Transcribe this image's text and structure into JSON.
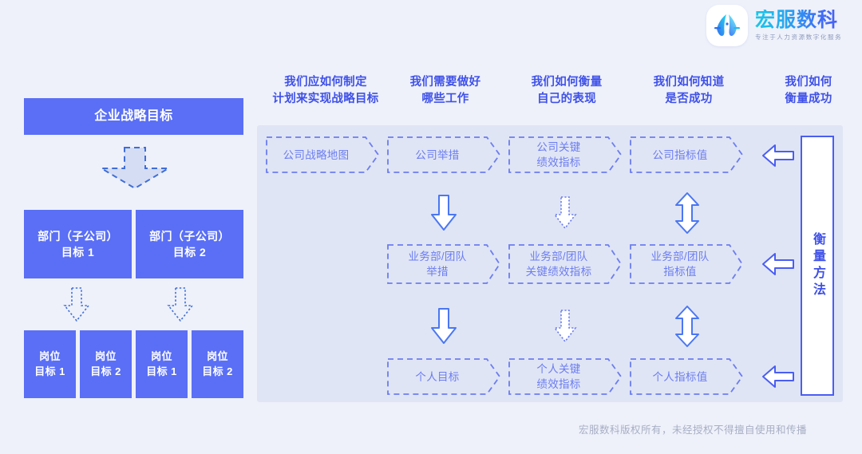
{
  "brand": {
    "logo_icon": "hongfu-wave-logo-icon",
    "name": "宏服数科",
    "tagline": "专注于人力资源数字化服务"
  },
  "column_headers": [
    {
      "id": "col-plan",
      "text": "我们应如何制定\n计划来实现战略目标",
      "line1": "我们应如何制定",
      "line2": "计划来实现战略目标"
    },
    {
      "id": "col-work",
      "line1": "我们需要做好",
      "line2": "哪些工作"
    },
    {
      "id": "col-perf",
      "line1": "我们如何衡量",
      "line2": "自己的表现"
    },
    {
      "id": "col-success",
      "line1": "我们如何知道",
      "line2": "是否成功"
    },
    {
      "id": "col-measure",
      "line1": "我们如何",
      "line2": "衡量成功"
    }
  ],
  "left_tree": {
    "level1": {
      "label": "企业战略目标"
    },
    "arrow_big": "dashed-hollow-down-arrow-icon",
    "level2": [
      {
        "line1": "部门（子公司）",
        "line2": "目标 1"
      },
      {
        "line1": "部门（子公司）",
        "line2": "目标 2"
      }
    ],
    "arrow_small": "dotted-hollow-down-arrow-icon",
    "level3": [
      {
        "line1": "岗位",
        "line2": "目标 1"
      },
      {
        "line1": "岗位",
        "line2": "目标 2"
      },
      {
        "line1": "岗位",
        "line2": "目标 1"
      },
      {
        "line1": "岗位",
        "line2": "目标 2"
      }
    ]
  },
  "matrix": {
    "rows": [
      {
        "id": "row-company",
        "cells": [
          {
            "line1": "公司战略地图",
            "line2": ""
          },
          {
            "line1": "公司举措",
            "line2": ""
          },
          {
            "line1": "公司关键",
            "line2": "绩效指标"
          },
          {
            "line1": "公司指标值",
            "line2": ""
          }
        ],
        "left_arrow": "hollow-left-arrow-icon"
      },
      {
        "id": "row-team",
        "cells": [
          {
            "line1": "业务部/团队",
            "line2": "举措"
          },
          {
            "line1": "业务部/团队",
            "line2": "关键绩效指标"
          },
          {
            "line1": "业务部/团队",
            "line2": "指标值"
          }
        ],
        "left_arrow": "hollow-left-arrow-icon"
      },
      {
        "id": "row-individual",
        "cells": [
          {
            "line1": "个人目标",
            "line2": ""
          },
          {
            "line1": "个人关键",
            "line2": "绩效指标"
          },
          {
            "line1": "个人指标值",
            "line2": ""
          }
        ],
        "left_arrow": "hollow-left-arrow-icon"
      }
    ],
    "connectors": [
      {
        "id": "conn-1-solid",
        "icon": "solid-outline-down-arrow-icon"
      },
      {
        "id": "conn-1-dotted",
        "icon": "dotted-outline-down-arrow-icon"
      },
      {
        "id": "conn-1-double",
        "icon": "double-up-down-arrow-icon"
      },
      {
        "id": "conn-2-solid",
        "icon": "solid-outline-down-arrow-icon"
      },
      {
        "id": "conn-2-dotted",
        "icon": "dotted-outline-down-arrow-icon"
      },
      {
        "id": "conn-2-double",
        "icon": "double-up-down-arrow-icon"
      }
    ],
    "measure_box": {
      "label": "衡量方法"
    }
  },
  "footer": {
    "text": "宏服数科版权所有，未经授权不得擅自使用和传播"
  },
  "colors": {
    "page_bg": "#eef1fa",
    "panel_bg": "#e0e5f5",
    "brand_blue": "#5a6ff5",
    "accent_blue": "#3f51e8",
    "chev_text": "#6b7df0",
    "footer_text": "#a8aec4"
  }
}
